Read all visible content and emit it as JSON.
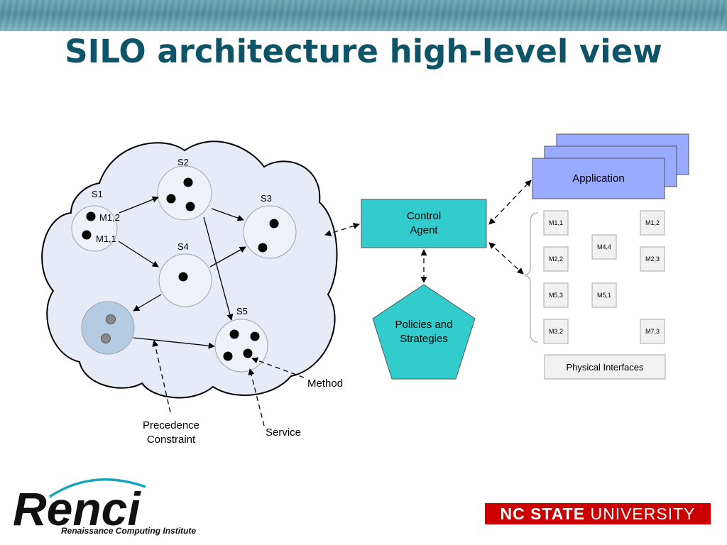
{
  "title": "SILO architecture high-level view",
  "services": {
    "s1": "S1",
    "s2": "S2",
    "s3": "S3",
    "s4": "S4",
    "s5": "S5"
  },
  "methods": {
    "m12": "M1,2",
    "m11": "M1,1"
  },
  "annotations": {
    "method": "Method",
    "service": "Service",
    "precedence_1": "Precedence",
    "precedence_2": "Constraint"
  },
  "control_agent": {
    "line1": "Control",
    "line2": "Agent"
  },
  "policies": {
    "line1": "Policies and",
    "line2": "Strategies"
  },
  "application": "Application",
  "physical_interfaces": "Physical Interfaces",
  "modules": {
    "m11": "M1,1",
    "m12": "M1,2",
    "m44": "M4,4",
    "m22": "M2,2",
    "m23": "M2,3",
    "m53": "M5,3",
    "m51": "M5,1",
    "m32": "M3.2",
    "m73": "M7,3"
  },
  "logos": {
    "renci_word": "Renci",
    "renci_sub": "Renaissance Computing Institute",
    "ncsu_bold": "NC STATE",
    "ncsu_rest": "UNIVERSITY"
  },
  "colors": {
    "title": "#0d5468",
    "cloud": "#e6ebf7",
    "control_agent": "#33cccc",
    "application": "#99aaff",
    "ncsu_red": "#cc0000"
  }
}
